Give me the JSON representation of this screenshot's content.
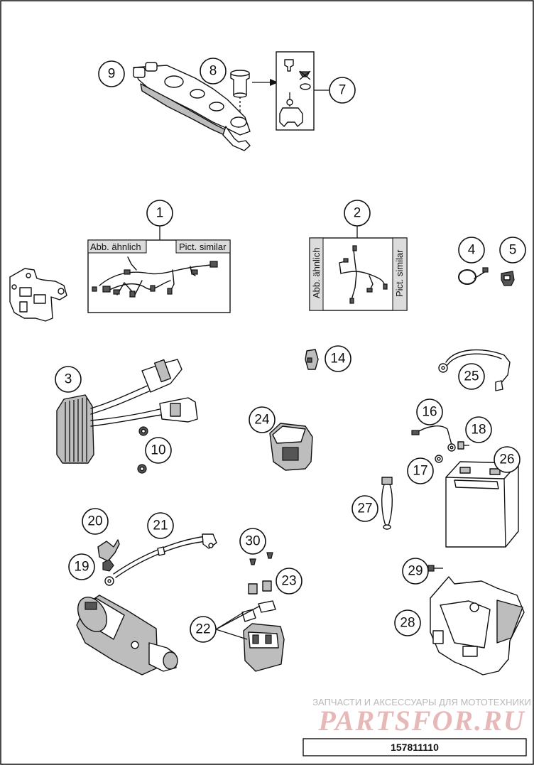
{
  "callouts": {
    "c1": "1",
    "c2": "2",
    "c3": "3",
    "c4": "4",
    "c5": "5",
    "c7": "7",
    "c8": "8",
    "c9": "9",
    "c10": "10",
    "c14": "14",
    "c16": "16",
    "c17": "17",
    "c18": "18",
    "c19": "19",
    "c20": "20",
    "c21": "21",
    "c22": "22",
    "c23": "23",
    "c24": "24",
    "c25": "25",
    "c26": "26",
    "c27": "27",
    "c28": "28",
    "c29": "29",
    "c30": "30"
  },
  "labels": {
    "harness1_similar_de": "Abb. ähnlich",
    "harness1_similar_en": "Pict. similar",
    "harness2_similar_de": "Abb. ähnlich",
    "harness2_similar_en": "Pict. similar"
  },
  "watermark": {
    "tagline": "ЗАПЧАСТИ И АКСЕССУАРЫ ДЛЯ МОТОТЕХНИКИ",
    "logo": "PARTSFOR.RU"
  },
  "drawing_code": "157811110"
}
